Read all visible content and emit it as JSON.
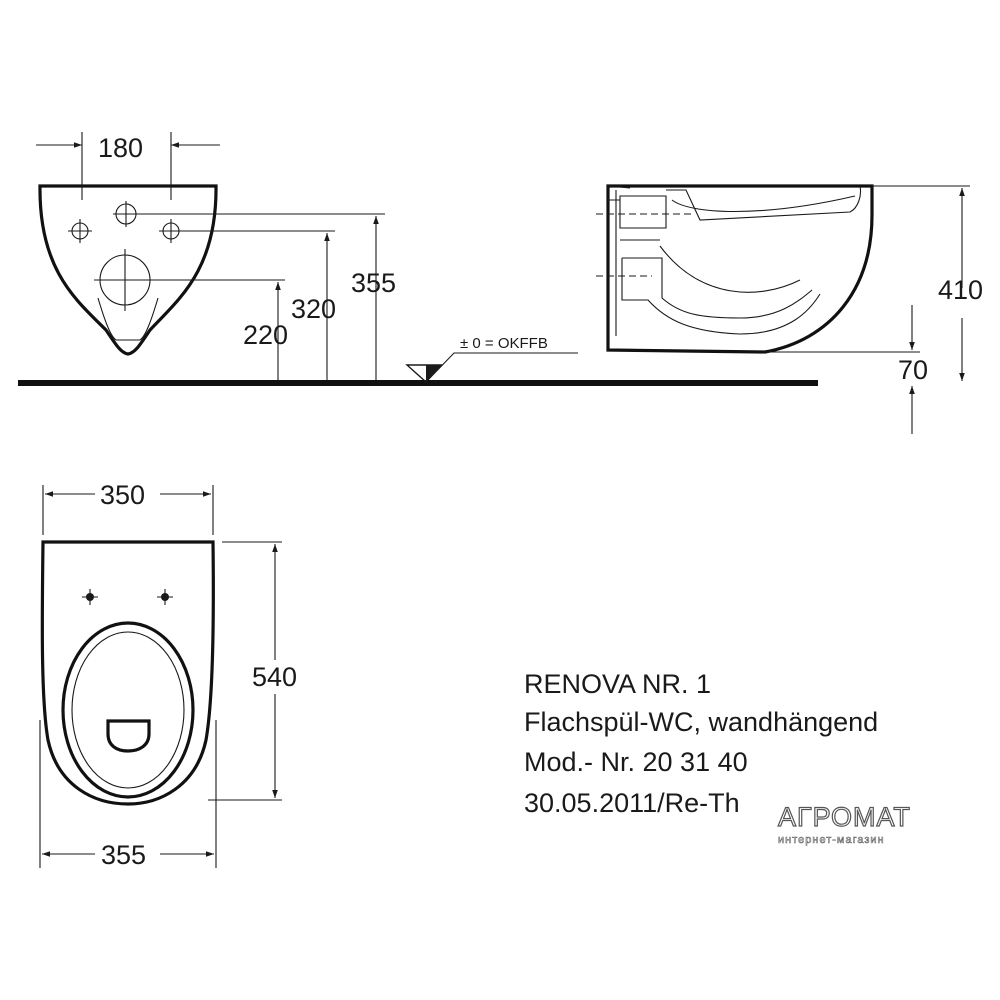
{
  "dimensions": {
    "front_hole_spacing": "180",
    "front_height_top": "355",
    "front_height_mid": "320",
    "front_height_low": "220",
    "side_height": "410",
    "side_floor_gap": "70",
    "floor_reference": "± 0 = OKFFB",
    "top_width": "350",
    "top_length": "540",
    "bottom_width": "355"
  },
  "info": {
    "line1": "RENOVA NR. 1",
    "line2": "Flachspül-WC, wandhängend",
    "line3": "Mod.- Nr. 20 31 40",
    "line4": "30.05.2011/Re-Th"
  },
  "watermark": {
    "brand": "АГРОМАТ",
    "tagline": "интернет-магазин"
  },
  "colors": {
    "line": "#1a1a1a",
    "background": "#ffffff"
  }
}
